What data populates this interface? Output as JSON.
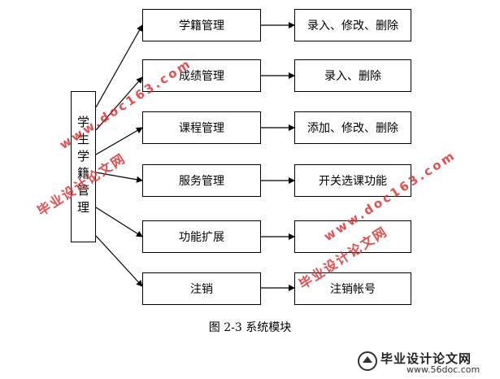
{
  "root": {
    "label": "学生学籍管理"
  },
  "modules": [
    {
      "label": "学籍管理",
      "function": "录入、修改、删除"
    },
    {
      "label": "成绩管理",
      "function": "录入、删除"
    },
    {
      "label": "课程管理",
      "function": "添加、修改、删除"
    },
    {
      "label": "服务管理",
      "function": "开关选课功能"
    },
    {
      "label": "功能扩展",
      "function": ""
    },
    {
      "label": "注销",
      "function": "注销帐号"
    }
  ],
  "caption": "图 2-3  系统模块",
  "watermarks": {
    "url": "www.doc163.com",
    "cn": "毕业设计论文网",
    "color": "#e03030"
  },
  "logo": {
    "name": "毕业设计论文网",
    "url": "www.56doc.com"
  }
}
